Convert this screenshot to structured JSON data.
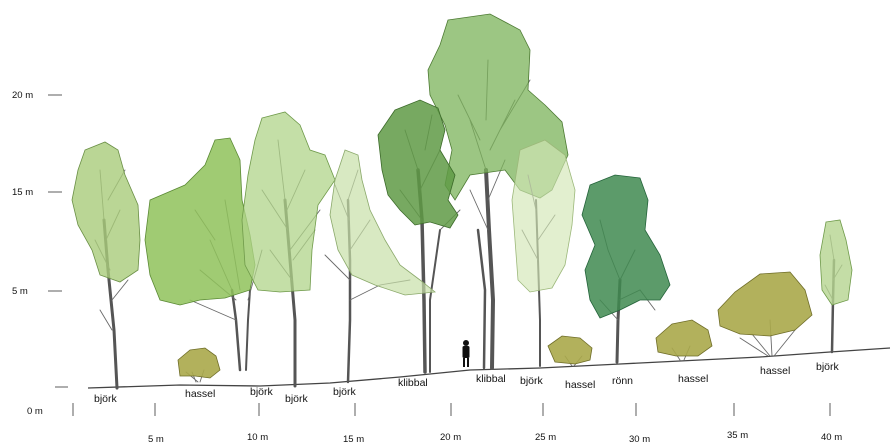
{
  "y_axis": {
    "ticks": [
      {
        "label": "0 m",
        "value": 0
      },
      {
        "label": "5 m",
        "value": 5
      },
      {
        "label": "15 m",
        "value": 15
      },
      {
        "label": "20 m",
        "value": 20
      }
    ]
  },
  "x_axis": {
    "ticks": [
      {
        "label": "5 m",
        "value": 5
      },
      {
        "label": "10 m",
        "value": 10
      },
      {
        "label": "15 m",
        "value": 15
      },
      {
        "label": "20 m",
        "value": 20
      },
      {
        "label": "25 m",
        "value": 25
      },
      {
        "label": "30 m",
        "value": 30
      },
      {
        "label": "35 m",
        "value": 35
      },
      {
        "label": "40 m",
        "value": 40
      }
    ]
  },
  "species_labels": [
    "björk",
    "hassel",
    "björk",
    "björk",
    "björk",
    "klibbal",
    "klibbal",
    "björk",
    "hassel",
    "rönn",
    "hassel",
    "hassel",
    "björk"
  ],
  "colors": {
    "birch": "#9cc56a",
    "hazel_tree": "#8fc25a",
    "alder": "#5f9a45",
    "rowan": "#3f8a50",
    "hazel_shrub": "#aaa84a",
    "ground": "#444444"
  }
}
